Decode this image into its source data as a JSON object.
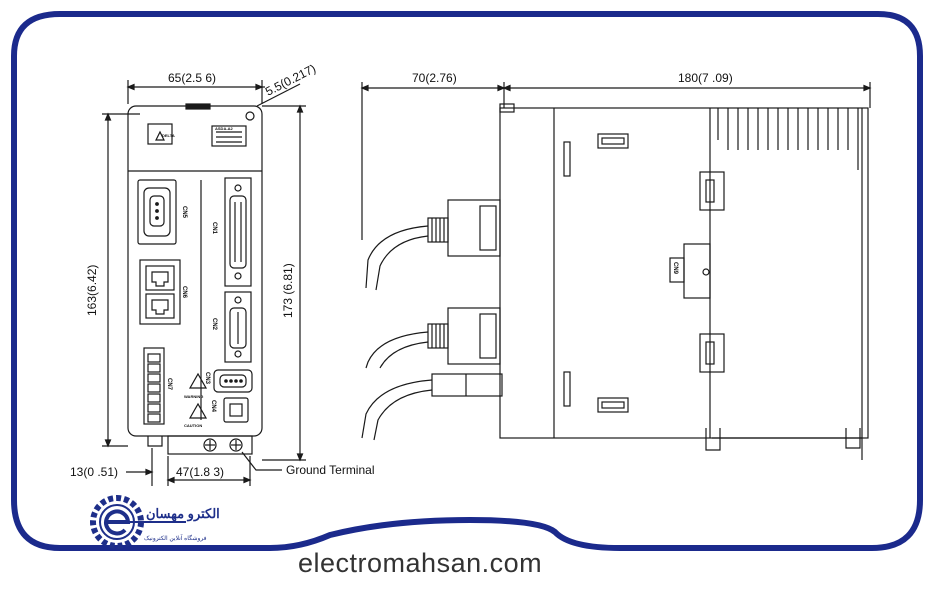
{
  "dimensions": {
    "front_width": "65(2.5 6)",
    "front_offset": "5.5(0.217)",
    "front_height_left": "163(6.42)",
    "front_height_right": "173 (6.81)",
    "bottom_left": "13(0 .51)",
    "bottom_mid": "47(1.8 3)",
    "side_connector_depth": "70(2.76)",
    "side_depth": "180(7 .09)"
  },
  "callouts": {
    "ground_terminal": "Ground Terminal"
  },
  "connectors": {
    "cn5": "CN5",
    "cn6": "CN6",
    "cn7": "CN7",
    "cn1": "CN1",
    "cn2": "CN2",
    "cn3": "CN3",
    "cn4": "CN4",
    "cn9": "CN9"
  },
  "panel_marks": {
    "brand": "DELTA",
    "rating": "ASDA-A2",
    "warning": "WARNING",
    "caution": "CAUTION"
  },
  "watermark": {
    "site": "electromahsan.com",
    "logo_title": "الکترو مهسان",
    "logo_subtitle": "فروشگاه آنلاین الکترونیک"
  },
  "colors": {
    "frame_border": "#1b2a8c",
    "line": "#1a1a1a",
    "logo_blue": "#1e2f8a"
  }
}
